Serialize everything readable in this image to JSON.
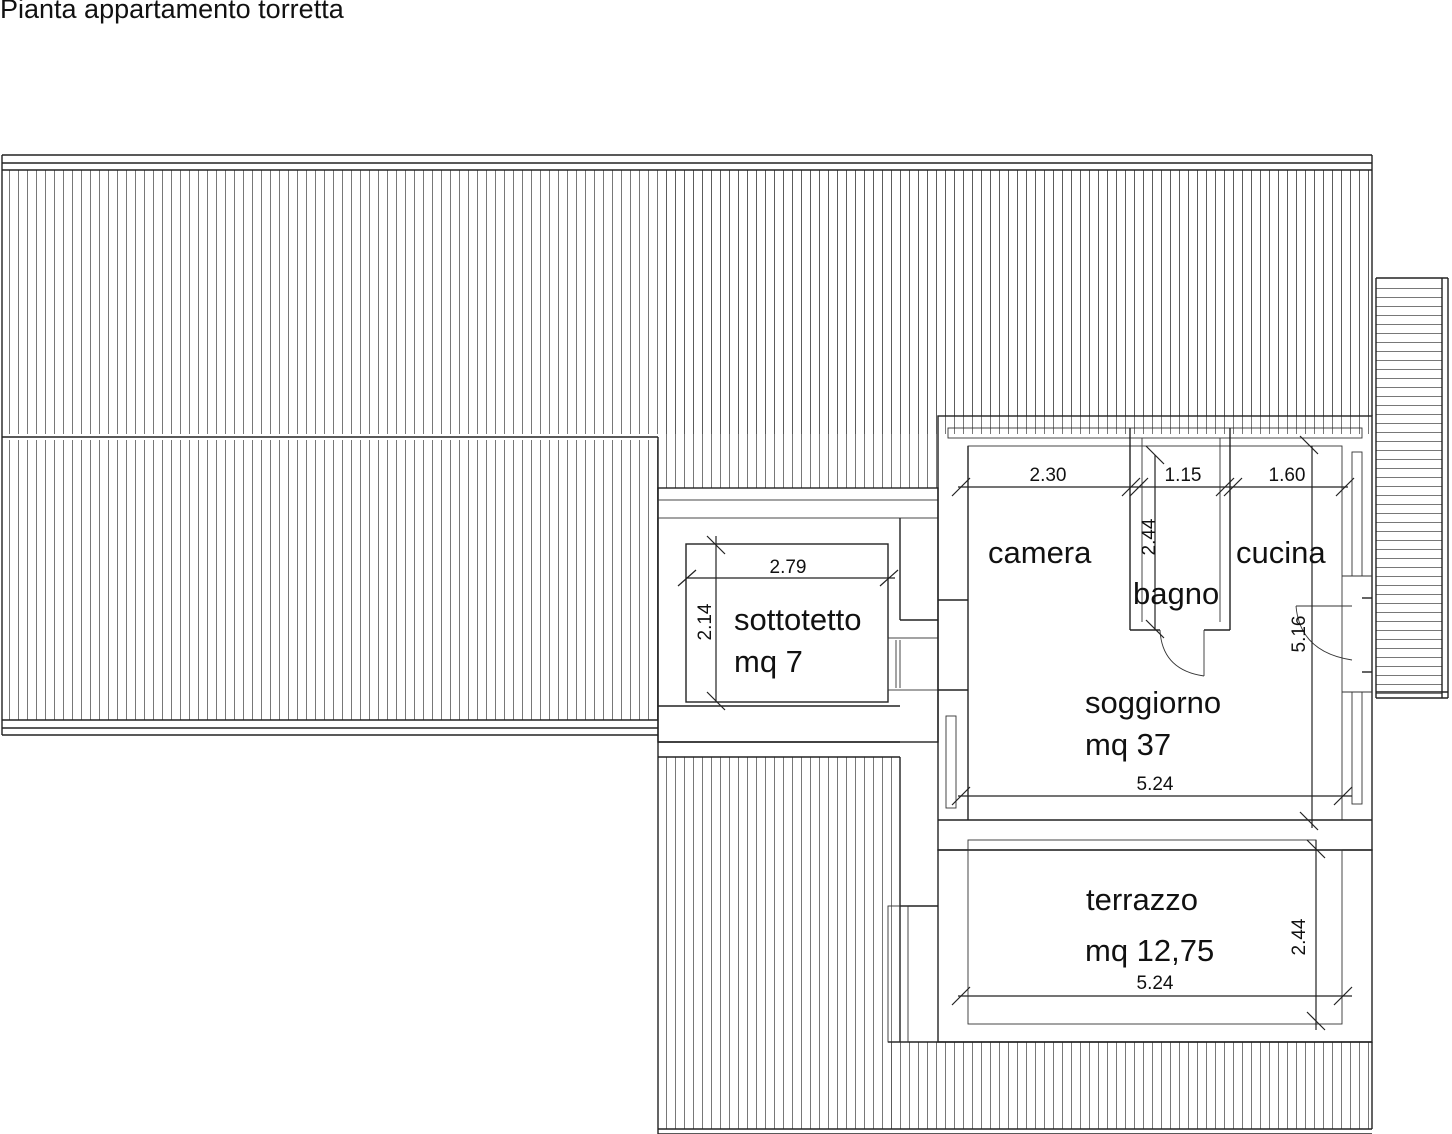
{
  "title": "Pianta appartamento torretta",
  "rooms": {
    "sottotetto": {
      "name": "sottotetto",
      "area": "mq 7"
    },
    "camera": {
      "name": "camera"
    },
    "bagno": {
      "name": "bagno"
    },
    "cucina": {
      "name": "cucina"
    },
    "soggiorno": {
      "name": "soggiorno",
      "area": "mq 37"
    },
    "terrazzo": {
      "name": "terrazzo",
      "area": "mq 12,75"
    }
  },
  "dimensions": {
    "camera_width": "2.30",
    "bagno_width": "1.15",
    "cucina_width": "1.60",
    "bagno_depth": "2.44",
    "sottotetto_width": "2.79",
    "sottotetto_depth": "2.14",
    "soggiorno_depth": "5.16",
    "soggiorno_width": "5.24",
    "terrazzo_depth": "2.44",
    "terrazzo_width": "5.24"
  }
}
